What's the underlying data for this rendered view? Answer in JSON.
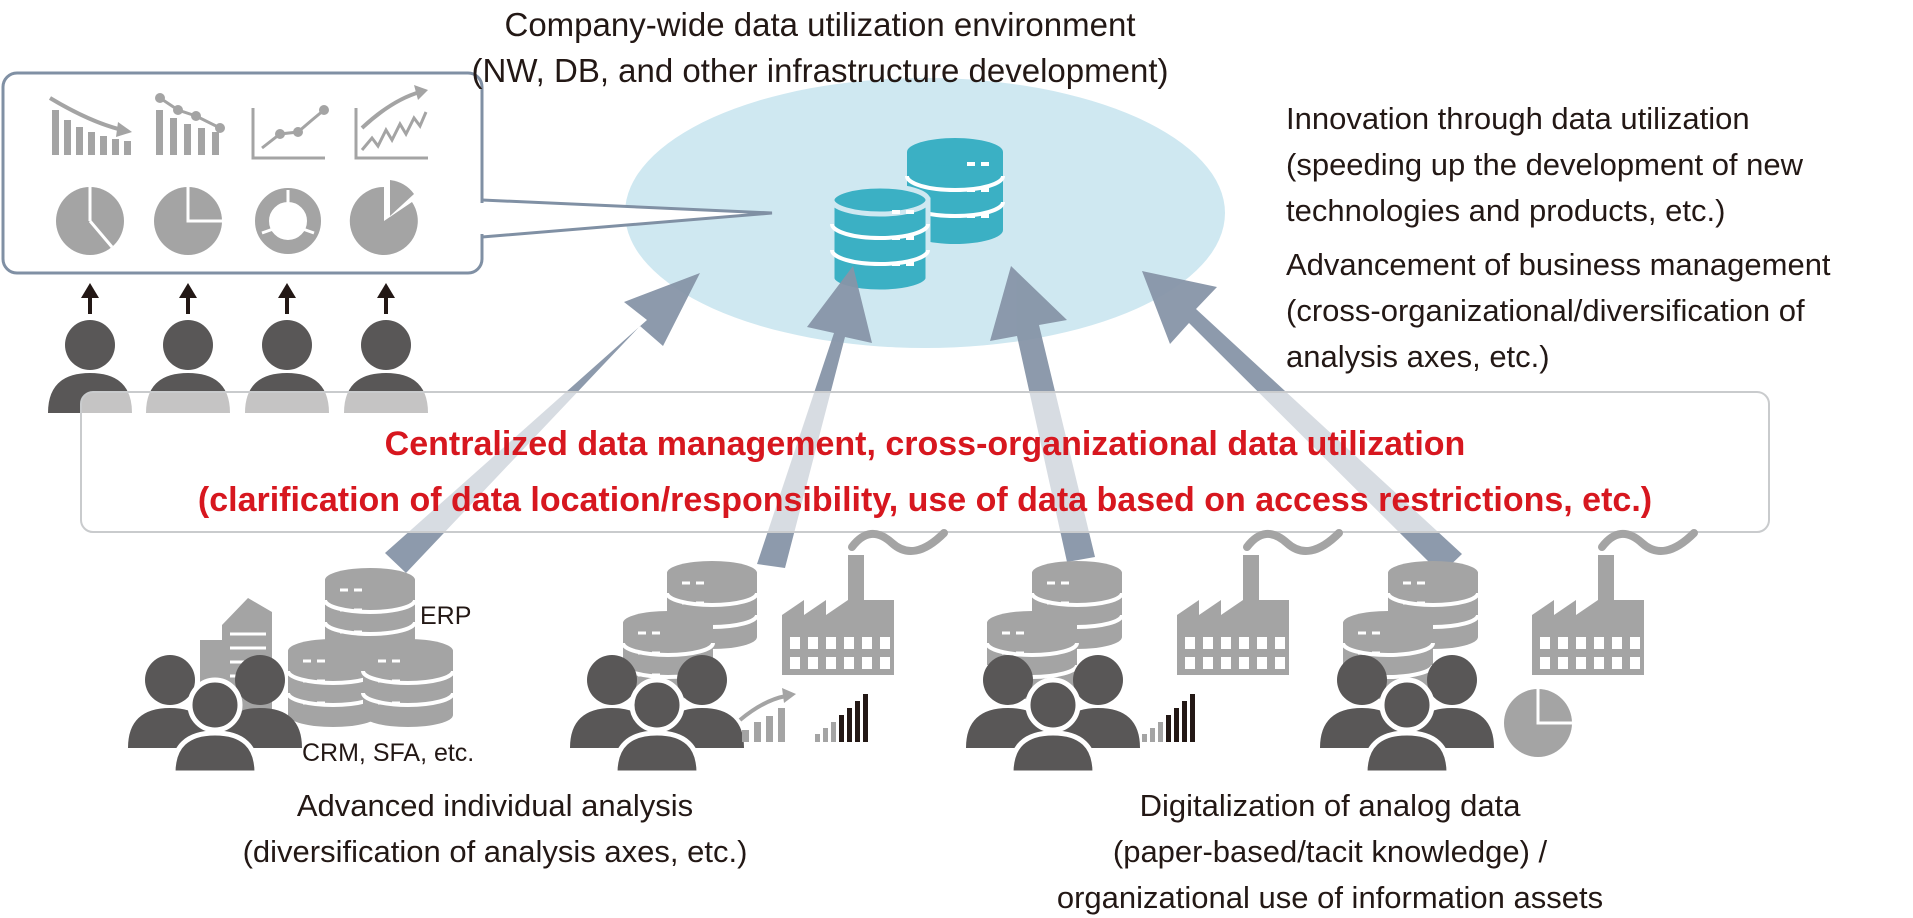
{
  "title": {
    "line1": "Company-wide data utilization environment",
    "line2": "(NW, DB, and other infrastructure development)"
  },
  "benefits": {
    "innovation": {
      "line1": "Innovation through data utilization",
      "line2": "(speeding up the development of new",
      "line3": "technologies and products, etc.)"
    },
    "management": {
      "line1": "Advancement of business management",
      "line2": "(cross-organizational/diversification of",
      "line3": "analysis axes, etc.)"
    }
  },
  "band": {
    "line1": "Centralized data management, cross-organizational data utilization",
    "line2": "(clarification of data location/responsibility, use of data based on access restrictions, etc.)"
  },
  "systems": {
    "erp": "ERP",
    "crm": "CRM, SFA, etc."
  },
  "bottom": {
    "left": {
      "line1": "Advanced individual analysis",
      "line2": "(diversification of analysis axes, etc.)"
    },
    "right": {
      "line1": "Digitalization of analog data",
      "line2": "(paper-based/tacit knowledge) /",
      "line3": "organizational use of information assets"
    }
  },
  "colors": {
    "accent_red": "#d7171f",
    "db_teal": "#3bb0c4",
    "ellipse": "#cfe8f1",
    "arrow": "#8795a8",
    "icon_gray": "#999999",
    "person_dark": "#595757",
    "text": "#231815"
  }
}
